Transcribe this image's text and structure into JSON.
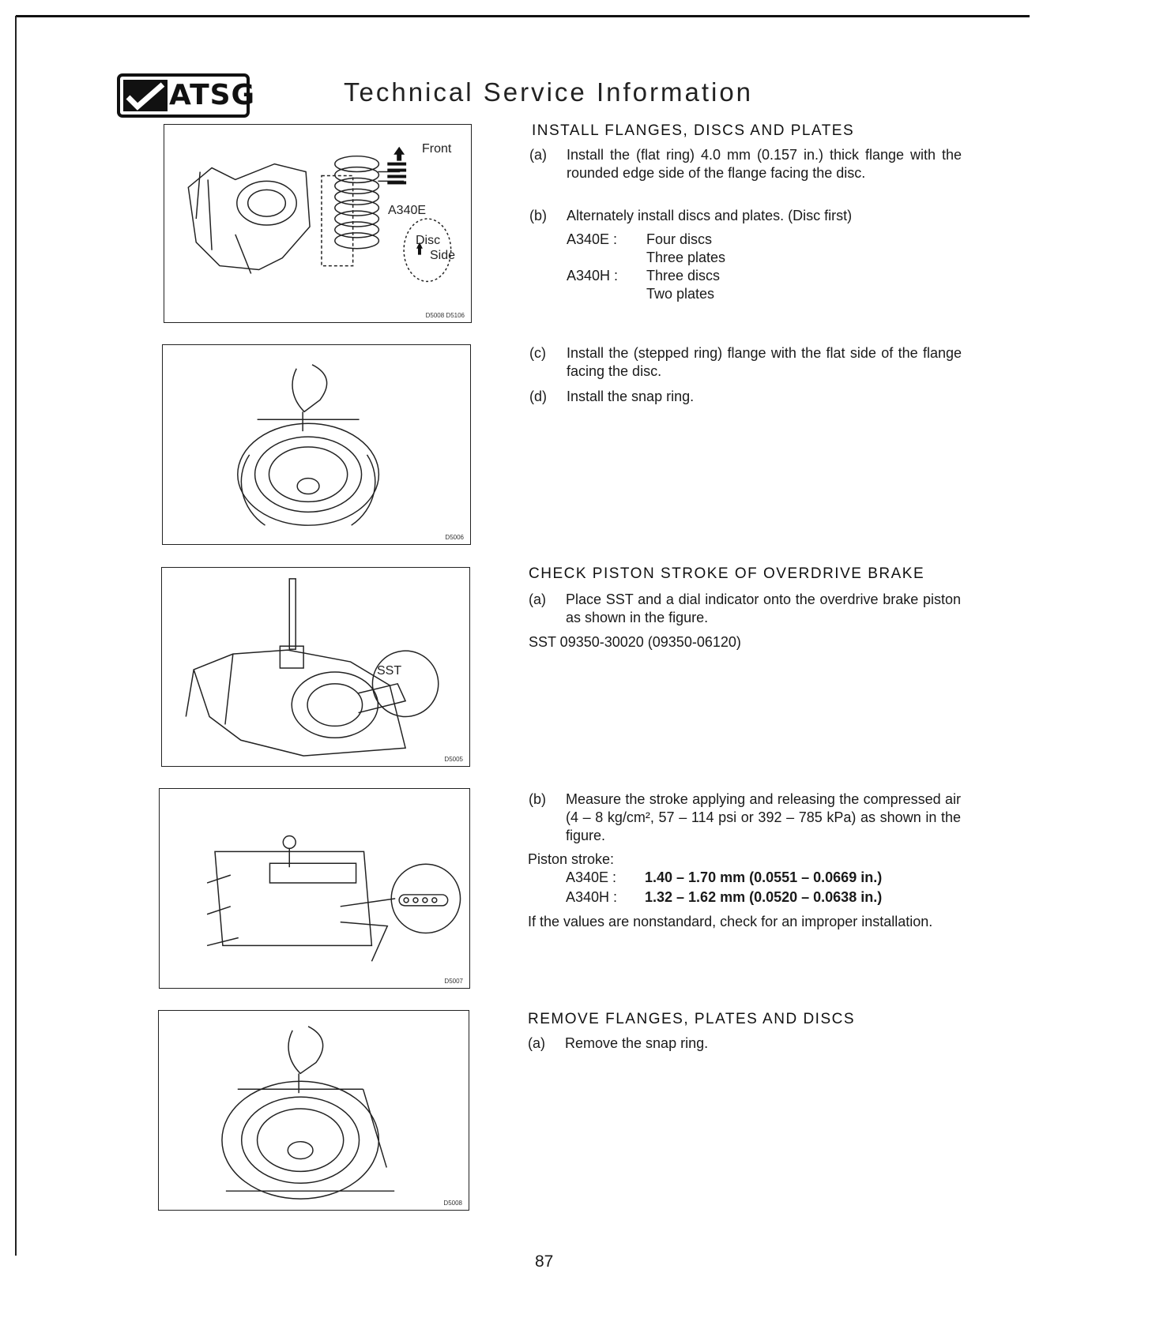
{
  "header": {
    "logo_text": "ATSG",
    "title": "Technical Service Information"
  },
  "figures": [
    {
      "code": "D5008 D5106",
      "callouts": {
        "front": "Front",
        "model": "A340E",
        "disc": "Disc",
        "side": "Side"
      }
    },
    {
      "code": "D5006"
    },
    {
      "code": "D5005",
      "callouts": {
        "tool": "SST"
      }
    },
    {
      "code": "D5007"
    },
    {
      "code": "D5008"
    }
  ],
  "sections": {
    "install": {
      "heading": "INSTALL FLANGES, DISCS AND PLATES",
      "a_label": "(a)",
      "a_text": "Install the (flat ring) 4.0 mm (0.157 in.) thick flange with the rounded edge side of the flange facing the disc.",
      "b_label": "(b)",
      "b_text": "Alternately install discs and plates. (Disc first)",
      "models": [
        {
          "model": "A340E :",
          "line1": "Four discs",
          "line2": "Three plates"
        },
        {
          "model": "A340H :",
          "line1": "Three discs",
          "line2": "Two plates"
        }
      ],
      "c_label": "(c)",
      "c_text": "Install the (stepped ring) flange with the flat side of the flange facing the disc.",
      "d_label": "(d)",
      "d_text": "Install the snap ring."
    },
    "check": {
      "heading": "CHECK PISTON STROKE OF OVERDRIVE BRAKE",
      "a_label": "(a)",
      "a_text": "Place SST and a dial indicator onto the overdrive brake piston as shown in the figure.",
      "sst": "SST 09350-30020 (09350-06120)",
      "b_label": "(b)",
      "b_text": "Measure the stroke applying and releasing the compressed air (4 – 8 kg/cm², 57 – 114 psi or 392 – 785 kPa) as shown in the figure.",
      "stroke_label": "Piston stroke:",
      "strokes": [
        {
          "model": "A340E :",
          "value": "1.40 – 1.70 mm (0.0551 – 0.0669 in.)"
        },
        {
          "model": "A340H :",
          "value": "1.32 – 1.62 mm (0.0520 – 0.0638 in.)"
        }
      ],
      "note": "If the values are nonstandard, check for an improper installation."
    },
    "remove": {
      "heading": "REMOVE FLANGES, PLATES AND DISCS",
      "a_label": "(a)",
      "a_text": "Remove the snap ring."
    }
  },
  "page_number": "87"
}
